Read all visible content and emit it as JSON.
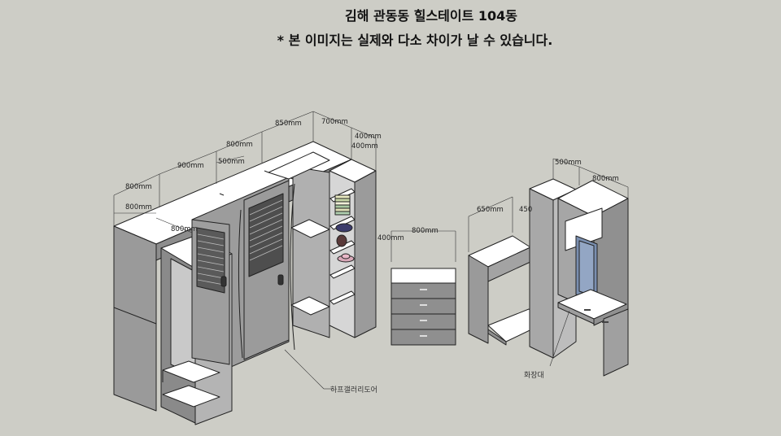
{
  "header": {
    "title": "김해 관동동 힐스테이트 104동",
    "notice": "* 본 이미지는 실제와 다소 차이가 날 수 있습니다."
  },
  "dimensions": {
    "d800a": "800mm",
    "d800b": "800mm",
    "d900": "900mm",
    "d800c": "800mm",
    "d500a": "500mm",
    "d850": "850mm",
    "d700": "700mm",
    "d400a": "400mm",
    "d400b": "400mm",
    "d800d": "800mm",
    "d400c": "400mm",
    "d800e": "800mm",
    "d650": "650mm",
    "d450": "450",
    "d500b": "500mm",
    "d800f": "800mm"
  },
  "labels": {
    "half_gallery_door": "하프갤러리도어",
    "vanity": "화장대"
  },
  "colors": {
    "background": "#cdcdc6",
    "panel_top": "#ffffff",
    "panel_front": "#8e8e8e",
    "panel_side": "#a9a9a9",
    "mirror": "#7a8fb0"
  }
}
